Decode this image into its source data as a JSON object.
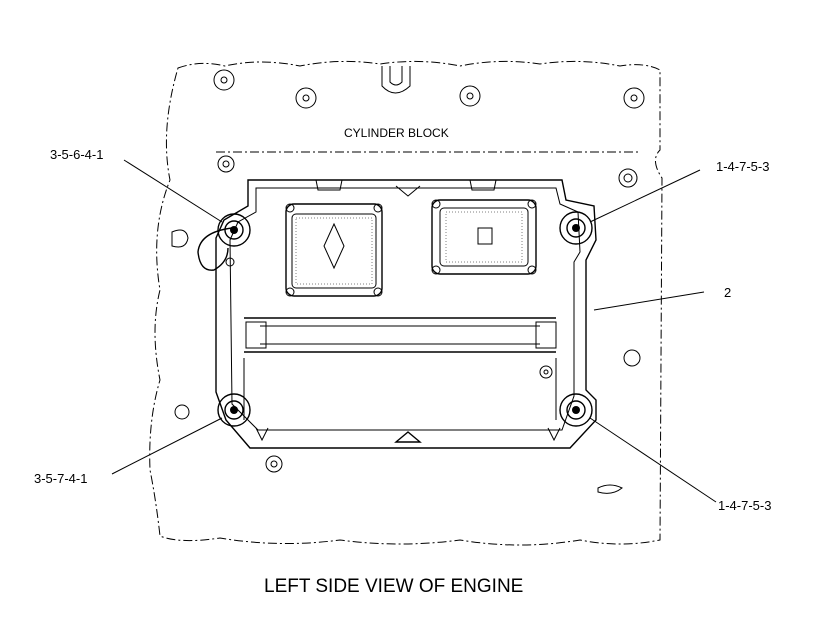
{
  "block_label": "CYLINDER BLOCK",
  "caption": "LEFT SIDE VIEW OF ENGINE",
  "callouts": {
    "top_left": "3-5-6-4-1",
    "bottom_left": "3-5-7-4-1",
    "top_right": "1-4-7-5-3",
    "right": "2",
    "bottom_right": "1-4-7-5-3"
  }
}
